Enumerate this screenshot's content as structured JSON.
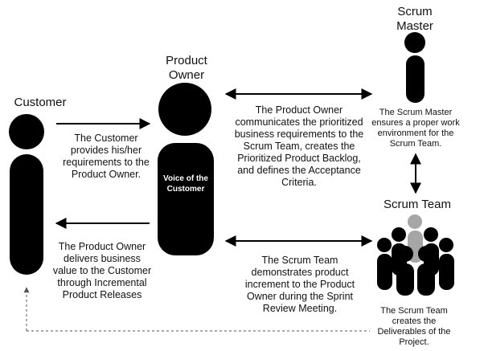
{
  "actors": {
    "customer": {
      "label": "Customer"
    },
    "product_owner": {
      "label": "Product Owner",
      "body_text": "Voice of the Customer"
    },
    "scrum_master": {
      "label": "Scrum Master"
    },
    "scrum_team": {
      "label": "Scrum Team"
    }
  },
  "messages": {
    "customer_to_po": "The Customer provides his/her requirements to the Product Owner.",
    "po_to_customer": "The Product Owner delivers business value to the Customer through Incremental Product Releases",
    "po_to_scrum": "The Product Owner communicates the prioritized business requirements to the Scrum Team, creates the Prioritized Product Backlog, and defines the Acceptance Criteria.",
    "team_to_po": "The Scrum Team demonstrates product increment to the Product Owner during the Sprint Review Meeting.",
    "scrum_master_note": "The Scrum Master ensures a proper work environment for the Scrum Team.",
    "scrum_team_note": "The Scrum Team creates the Deliverables of the Project."
  },
  "colors": {
    "figure": "#000000",
    "team_highlight": "#a6a6a6",
    "dashed_line": "#555555"
  }
}
